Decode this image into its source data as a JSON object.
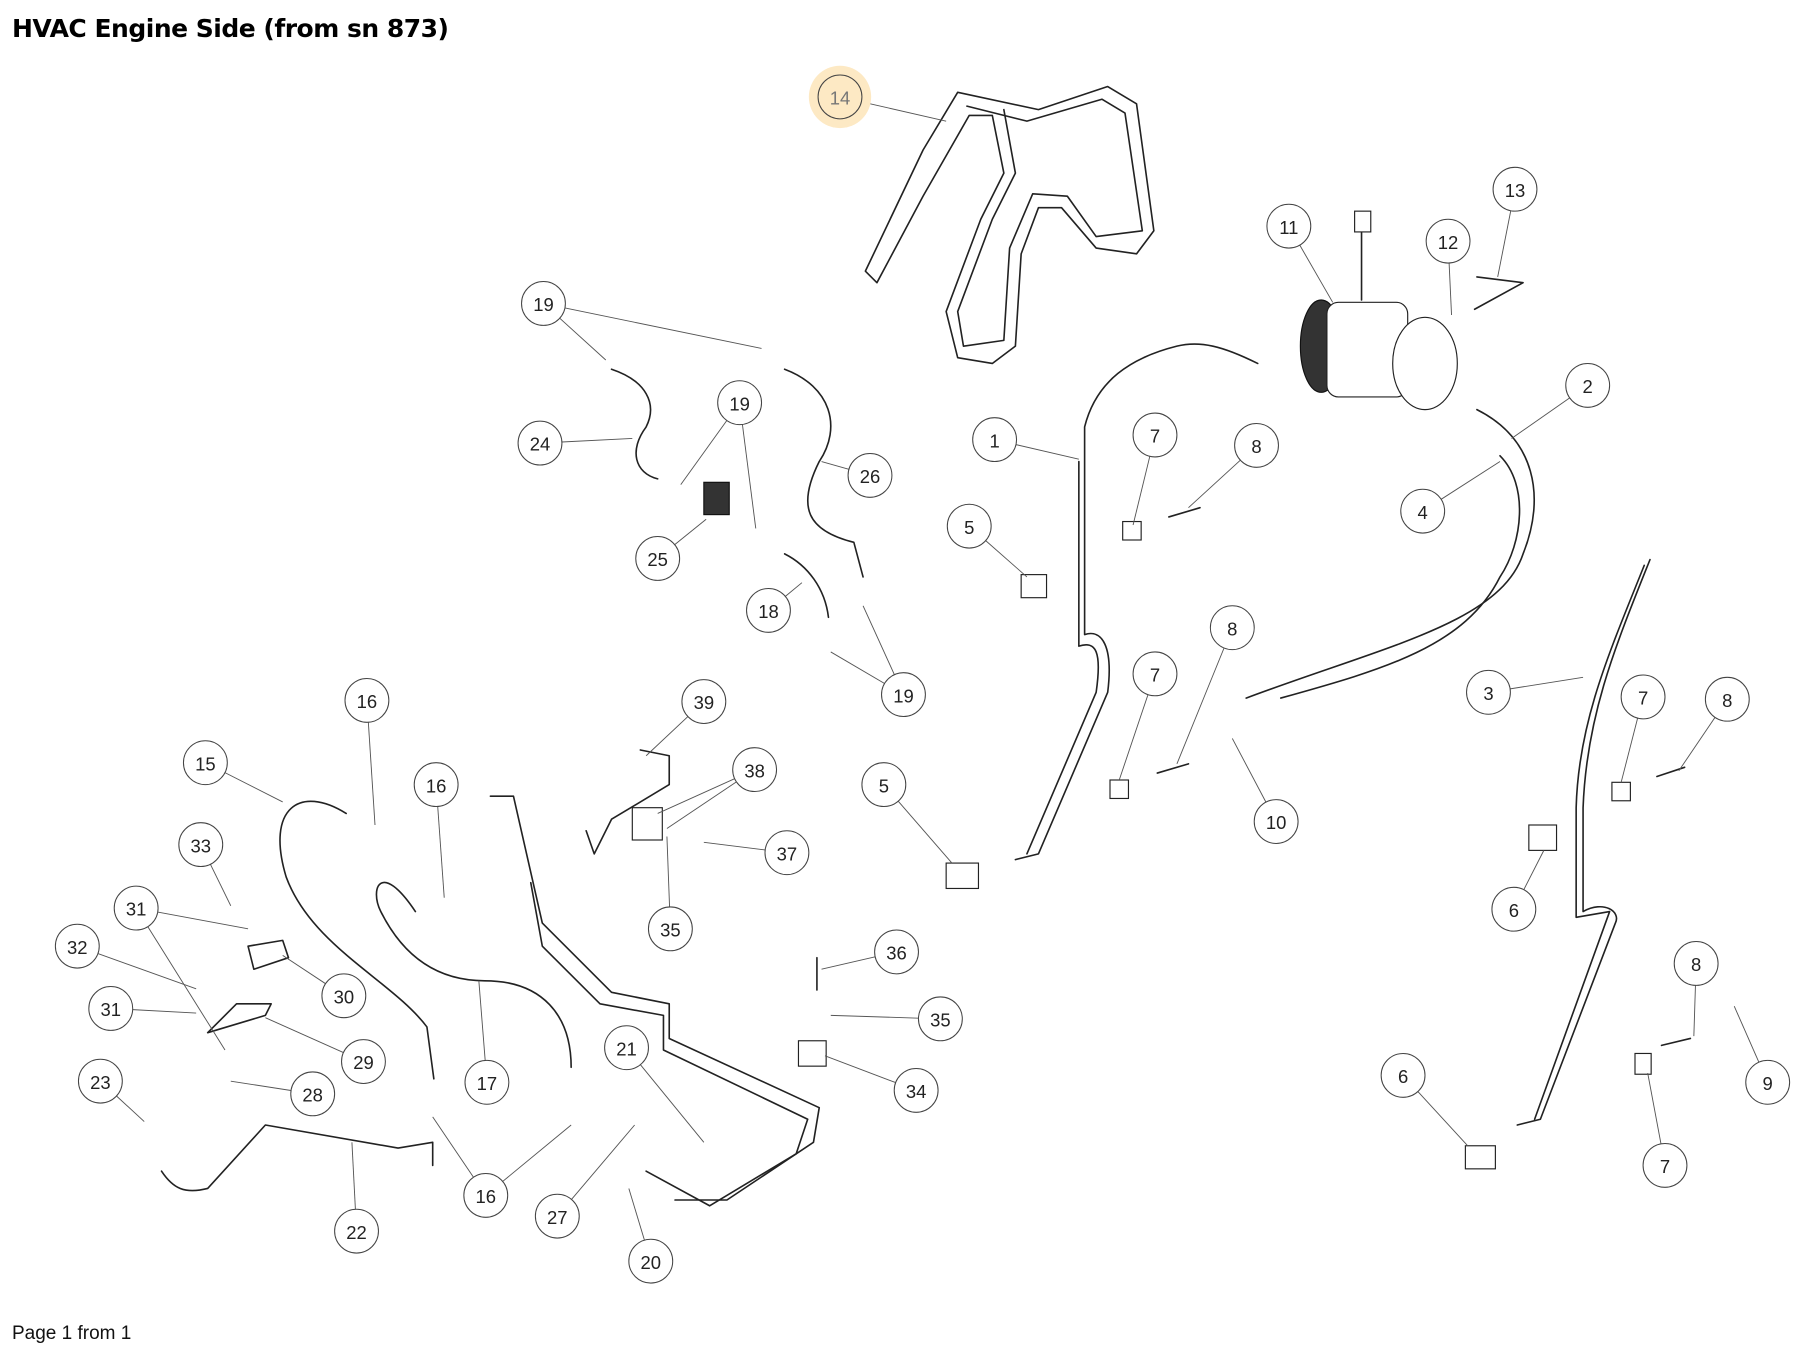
{
  "title": "HVAC Engine Side (from sn 873)",
  "footer": "Page 1 from 1",
  "highlight_color": "#fde9c4",
  "callouts": [
    "14",
    "19",
    "24",
    "19",
    "26",
    "25",
    "18",
    "19",
    "1",
    "7",
    "8",
    "5",
    "11",
    "12",
    "13",
    "2",
    "4",
    "3",
    "7",
    "8",
    "7",
    "8",
    "10",
    "5",
    "6",
    "8",
    "9",
    "6",
    "7",
    "16",
    "15",
    "16",
    "39",
    "38",
    "37",
    "35",
    "33",
    "31",
    "30",
    "32",
    "31",
    "29",
    "28",
    "23",
    "17",
    "36",
    "35",
    "34",
    "21",
    "16",
    "22",
    "27",
    "20"
  ],
  "highlighted_callout": "14"
}
